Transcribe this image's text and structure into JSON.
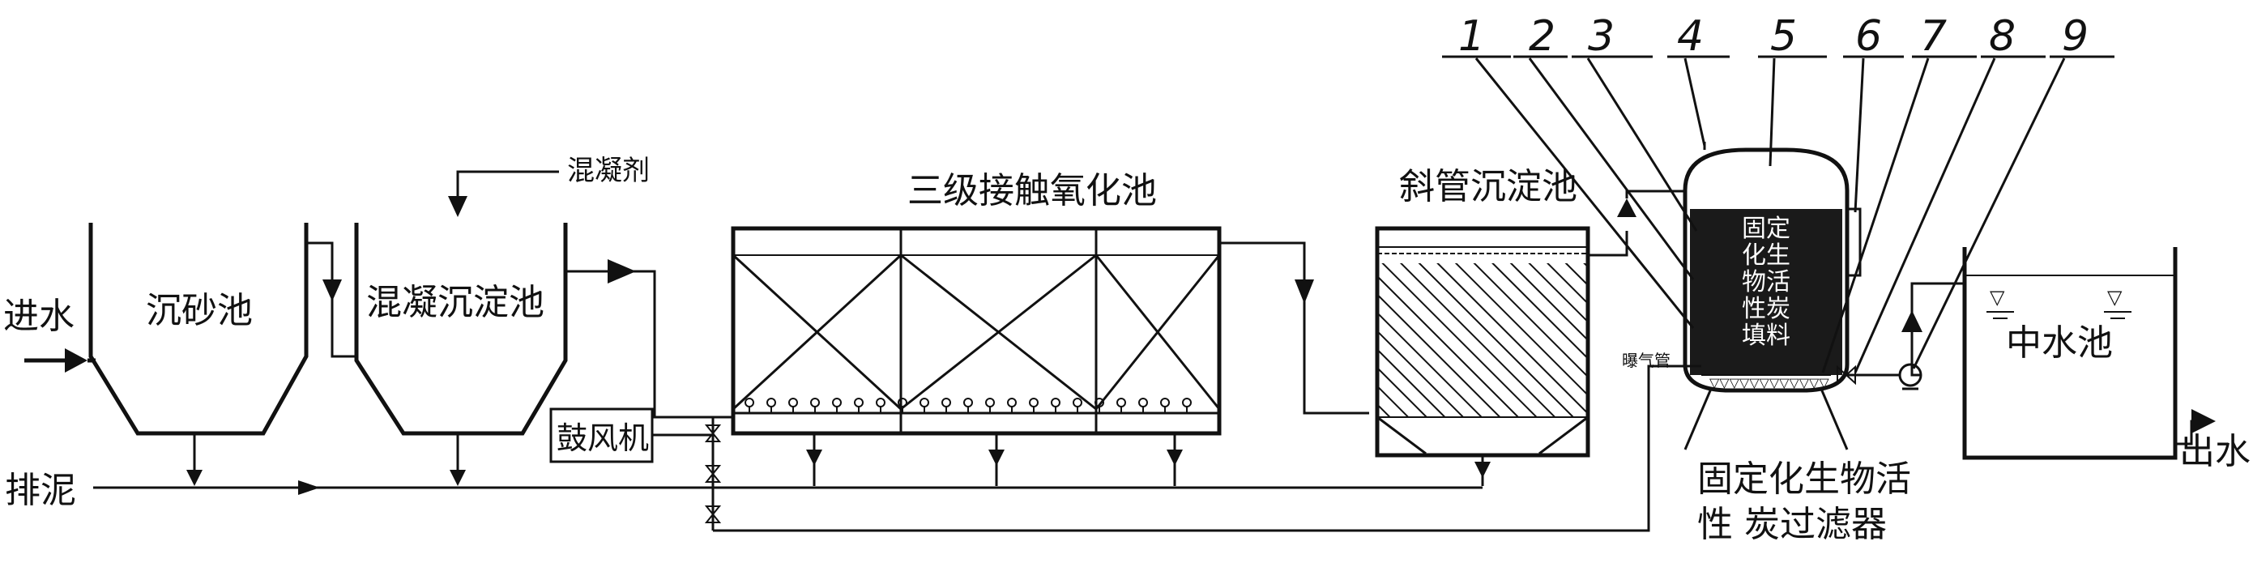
{
  "labels": {
    "inlet": "进水",
    "grit_chamber": "沉砂池",
    "coagulant": "混凝剂",
    "coag_sed_tank": "混凝沉淀池",
    "contact_oxidation": "三级接触氧化池",
    "inclined_tube": "斜管沉淀池",
    "blower": "鼓风机",
    "sludge": "排泥",
    "aeration_pipe": "曝气管",
    "media_label": [
      "固定",
      "化生",
      "物活",
      "性炭",
      "填料"
    ],
    "filter_name_1": "固定化生物活",
    "filter_name_2": "性 炭过滤器",
    "reclaimed_pool": "中水池",
    "outlet": "出水"
  },
  "callouts": [
    "1",
    "2",
    "3",
    "4",
    "5",
    "6",
    "7",
    "8",
    "9"
  ],
  "colors": {
    "line": "#111111",
    "media_fill": "#1a1a1a",
    "media_text": "#ffffff"
  }
}
